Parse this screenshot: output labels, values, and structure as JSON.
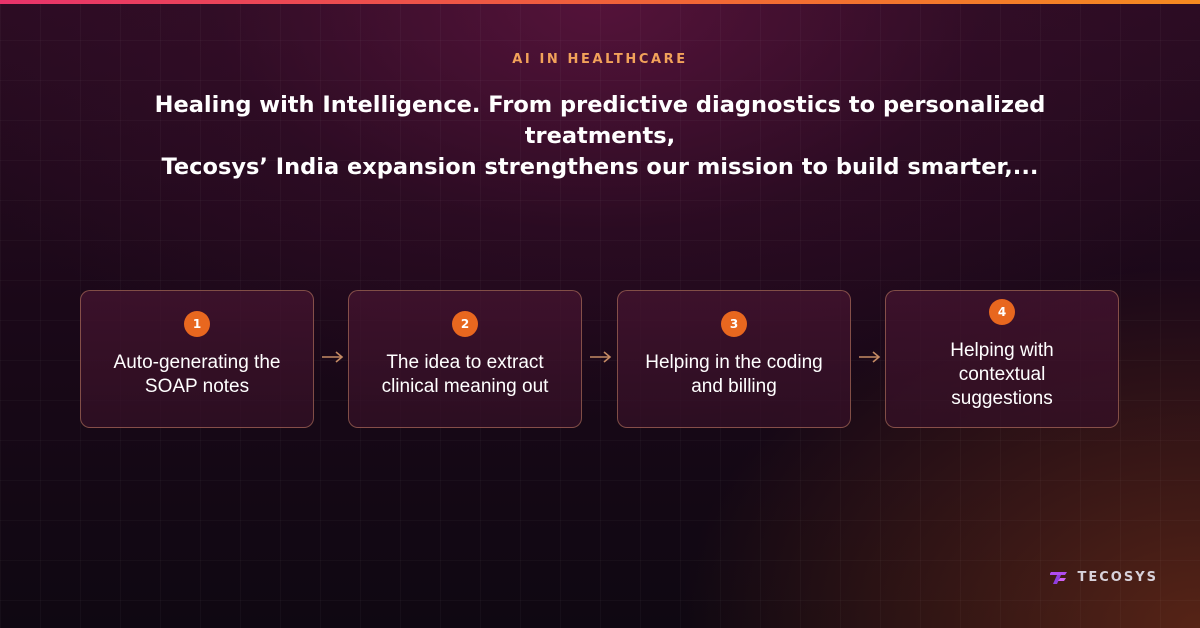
{
  "colors": {
    "accent": "#e8671f",
    "eyebrow": "#f2a25a",
    "card_border": "#c48464",
    "arrow": "#c48a64",
    "brand_mark": "#b04cf0"
  },
  "header": {
    "eyebrow": "AI IN HEALTHCARE",
    "headline_line1": "Healing with Intelligence. From predictive diagnostics to personalized treatments,",
    "headline_line2": "Tecosys’ India expansion strengthens our mission to build smarter,..."
  },
  "steps": [
    {
      "number": "1",
      "line1": "Auto-generating the",
      "line2": "SOAP notes",
      "line3": ""
    },
    {
      "number": "2",
      "line1": "The idea to extract",
      "line2": "clinical meaning out",
      "line3": ""
    },
    {
      "number": "3",
      "line1": "Helping in the coding",
      "line2": "and billing",
      "line3": ""
    },
    {
      "number": "4",
      "line1": "Helping with",
      "line2": "contextual",
      "line3": "suggestions"
    }
  ],
  "arrows": [
    {
      "icon": "arrow-right-icon"
    },
    {
      "icon": "arrow-right-icon"
    },
    {
      "icon": "arrow-right-icon"
    }
  ],
  "brand": {
    "logo_icon": "tecosys-logo-icon",
    "name": "TECOSYS"
  }
}
